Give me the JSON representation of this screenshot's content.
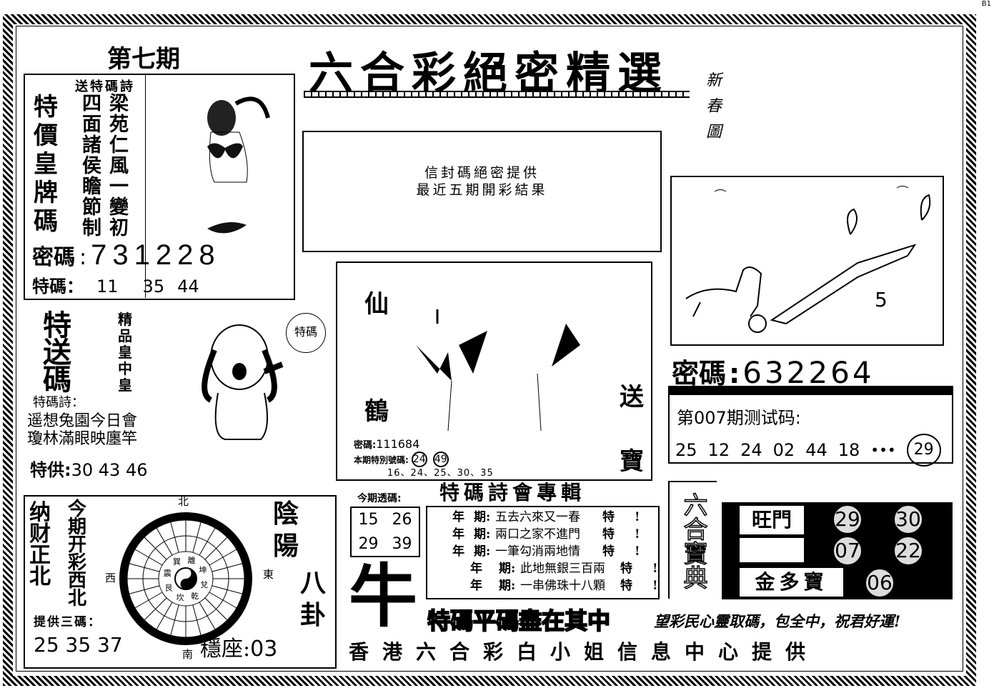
{
  "corner_label": "B1",
  "issue": "第七期",
  "title": "六合彩絕密精選",
  "side_vertical": "新春圖",
  "box1": {
    "header": "送特碼詩",
    "left_chars": [
      "特",
      "價",
      "皇",
      "牌",
      "碼"
    ],
    "poem_col1": [
      "四",
      "面",
      "諸",
      "侯",
      "瞻",
      "節",
      "制"
    ],
    "poem_col2": [
      "梁",
      "苑",
      "仁",
      "風",
      "一",
      "變",
      "初"
    ],
    "code_label": "密碼",
    "code": "731228",
    "special_label": "特碼：",
    "special": [
      "11",
      "35",
      "44"
    ]
  },
  "envelope": {
    "lines": [
      "信封碼絕密提供",
      "最近五期開彩結果"
    ]
  },
  "crane": {
    "chars_left": [
      "仙",
      "鶴"
    ],
    "chars_right": [
      "送",
      "寶"
    ],
    "code_label": "密碼:",
    "code": "111684",
    "special_label": "本期特別號碼:",
    "special": [
      "24",
      "49"
    ],
    "numbers": "16、24、25、30、35"
  },
  "tree_picture": {
    "number": "5"
  },
  "code2": {
    "label": "密碼",
    "value": "632264"
  },
  "test_code": {
    "title": "第007期测试码:",
    "numbers": [
      "25",
      "12",
      "24",
      "02",
      "44",
      "18"
    ],
    "dots": "•••",
    "circled": "29"
  },
  "dog_section": {
    "big": [
      "特",
      "送",
      "碼"
    ],
    "small": [
      "精",
      "品",
      "皇",
      "中",
      "皇"
    ],
    "poem_label": "特碼詩：",
    "poem": [
      "遥想兔園今日會",
      "瓊林滿眼映廛竿"
    ],
    "supply_label": "特供:",
    "supply": "30 43 46",
    "bubble": "特碼"
  },
  "bagua": {
    "left1": [
      "纳",
      "财",
      "正",
      "北"
    ],
    "left2": [
      "今",
      "期",
      "开",
      "彩",
      "西",
      "北"
    ],
    "north": "北",
    "south": "南",
    "west": "西",
    "east": "東",
    "trigrams": [
      "離",
      "坤",
      "兌",
      "乾",
      "坎",
      "艮",
      "震",
      "巽"
    ],
    "right": [
      "陰",
      "陽",
      "八",
      "卦"
    ],
    "provide_label": "提供三碼：",
    "provide": "25 35 37",
    "steady_label": "穩座:",
    "steady": "03"
  },
  "reveal": {
    "title": "今期透碼:",
    "numbers": [
      "15",
      "26",
      "29",
      "39"
    ]
  },
  "ox": "牛",
  "poem_club": {
    "title": "特碼詩會專輯",
    "rows": [
      {
        "year": "年",
        "period": "期:",
        "text": "五去六來又一春",
        "tag": "特",
        "end": "!"
      },
      {
        "year": "年",
        "period": "期:",
        "text": "兩口之家不進門",
        "tag": "特",
        "end": "!"
      },
      {
        "year": "年",
        "period": "期:",
        "text": "一筆勾消兩地情",
        "tag": "特",
        "end": "!"
      },
      {
        "year": "年",
        "period": "期:",
        "text": "此地無銀三百兩",
        "tag": "特",
        "end": "!"
      },
      {
        "year": "年",
        "period": "期:",
        "text": "一串佛珠十八顆",
        "tag": "特",
        "end": "!"
      }
    ]
  },
  "gold": {
    "logo": "六合寶典",
    "labels": [
      "旺門",
      "",
      "金多寶"
    ],
    "balls": [
      "29",
      "30",
      "07",
      "22",
      "06"
    ]
  },
  "footer": {
    "slogan": "特碼平碼盡在其中",
    "wish": "望彩民心靈取碼，包全中，祝君好運!",
    "provider": "香港六合彩白小姐信息中心提供"
  }
}
